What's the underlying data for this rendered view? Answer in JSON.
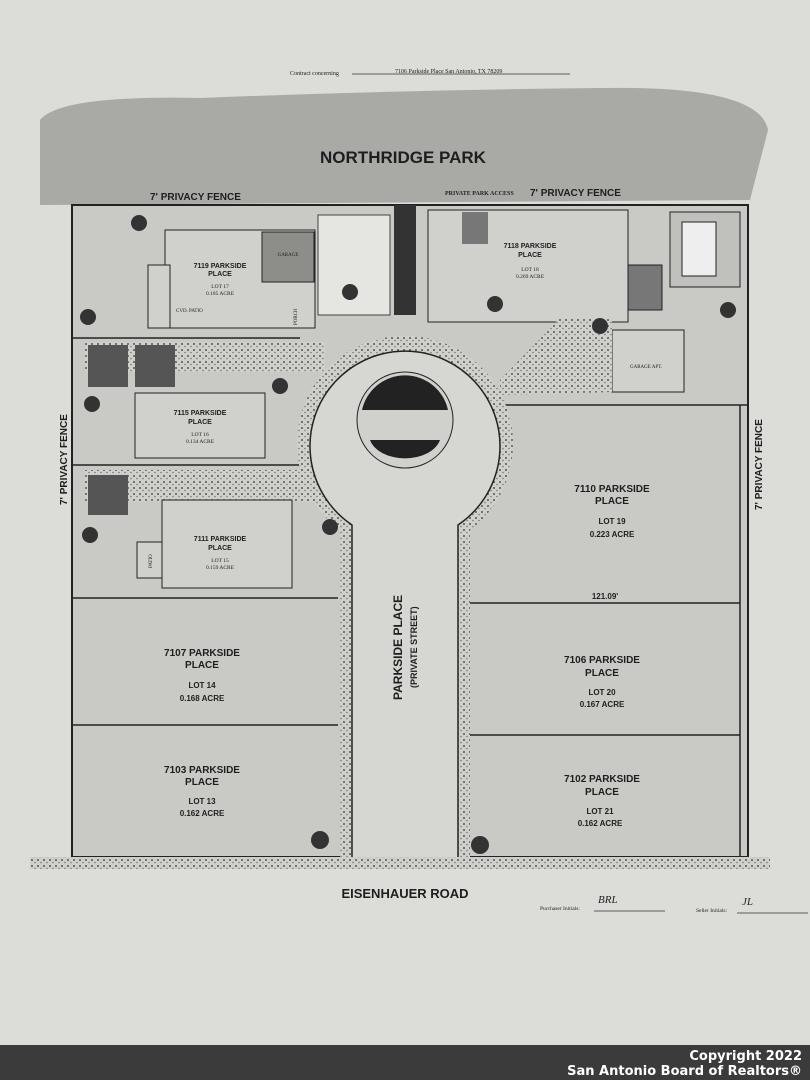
{
  "header": {
    "contract_text": "Contract concerning",
    "address": "7106 Parkside Place San Antonio, TX 78209"
  },
  "park": {
    "name": "NORTHRIDGE PARK"
  },
  "fences": {
    "top_left": "7' PRIVACY FENCE",
    "top_right": "7' PRIVACY FENCE",
    "left": "7' PRIVACY FENCE",
    "right": "7' PRIVACY FENCE",
    "park_access": "PRIVATE PARK ACCESS"
  },
  "street": {
    "name": "PARKSIDE PLACE",
    "type": "(PRIVATE STREET)"
  },
  "road": {
    "name": "EISENHAUER ROAD"
  },
  "dimension": "121.09'",
  "lots": [
    {
      "street_no": "7119 PARKSIDE",
      "place": "PLACE",
      "lot": "LOT 17",
      "acre": "0.185 ACRE"
    },
    {
      "street_no": "7118 PARKSIDE",
      "place": "PLACE",
      "lot": "LOT 18",
      "acre": "0.269 ACRE"
    },
    {
      "street_no": "7115 PARKSIDE",
      "place": "PLACE",
      "lot": "LOT 16",
      "acre": "0.134 ACRE"
    },
    {
      "street_no": "7111 PARKSIDE",
      "place": "PLACE",
      "lot": "LOT 15",
      "acre": "0.159 ACRE"
    },
    {
      "street_no": "7110 PARKSIDE",
      "place": "PLACE",
      "lot": "LOT 19",
      "acre": "0.223 ACRE"
    },
    {
      "street_no": "7107 PARKSIDE",
      "place": "PLACE",
      "lot": "LOT 14",
      "acre": "0.168 ACRE"
    },
    {
      "street_no": "7106 PARKSIDE",
      "place": "PLACE",
      "lot": "LOT 20",
      "acre": "0.167 ACRE"
    },
    {
      "street_no": "7103 PARKSIDE",
      "place": "PLACE",
      "lot": "LOT 13",
      "acre": "0.162 ACRE"
    },
    {
      "street_no": "7102 PARKSIDE",
      "place": "PLACE",
      "lot": "LOT 21",
      "acre": "0.162 ACRE"
    }
  ],
  "labels": {
    "garage": "GARAGE",
    "garage_apt": "GARAGE APT.",
    "patio": "PATIO",
    "cvd_patio": "CVD. PATIO",
    "porch": "PORCH"
  },
  "initials": {
    "purchaser_label": "Purchaser Initials:",
    "purchaser_value": "BRL",
    "seller_label": "Seller Initials:",
    "seller_value": "JL"
  },
  "copyright": {
    "line1": "Copyright 2022",
    "line2": "San Antonio Board of Realtors®"
  }
}
